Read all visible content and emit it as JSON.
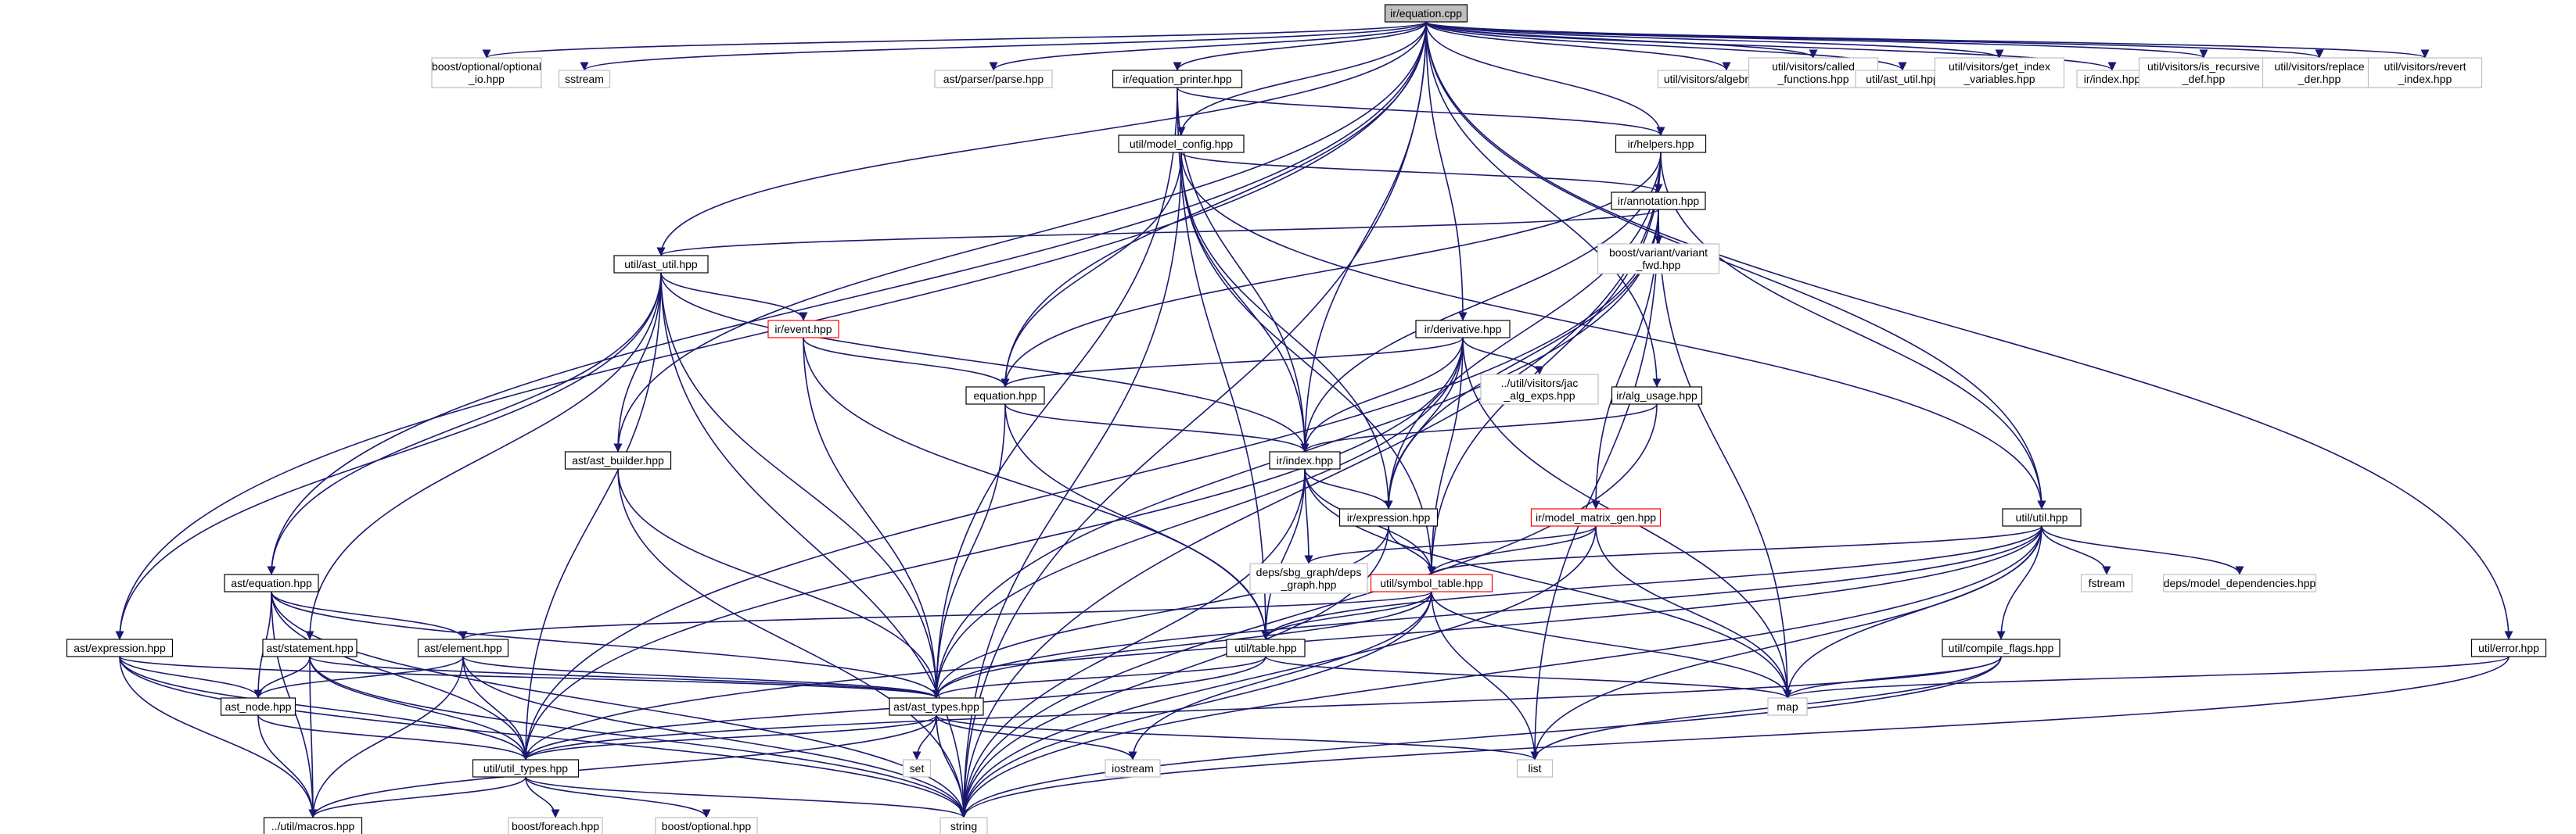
{
  "graph": {
    "title": "ir/equation.cpp",
    "nodes": [
      {
        "id": "root",
        "lines": [
          "ir/equation.cpp"
        ],
        "style": "root"
      },
      {
        "id": "boost_optional_io",
        "lines": [
          "boost/optional/optional",
          "_io.hpp"
        ],
        "style": "gray"
      },
      {
        "id": "sstream",
        "lines": [
          "sstream"
        ],
        "style": "gray"
      },
      {
        "id": "ast_parser_parse",
        "lines": [
          "ast/parser/parse.hpp"
        ],
        "style": "gray"
      },
      {
        "id": "ir_equation_printer",
        "lines": [
          "ir/equation_printer.hpp"
        ],
        "style": "black"
      },
      {
        "id": "util_visitors_algebraics",
        "lines": [
          "util/visitors/algebraics.hpp"
        ],
        "style": "gray"
      },
      {
        "id": "util_visitors_called",
        "lines": [
          "util/visitors/called",
          "_functions.hpp"
        ],
        "style": "gray"
      },
      {
        "id": "util_ast_util_top",
        "lines": [
          "util/ast_util.hpp"
        ],
        "style": "gray"
      },
      {
        "id": "util_visitors_get_index",
        "lines": [
          "util/visitors/get_index",
          "_variables.hpp"
        ],
        "style": "gray"
      },
      {
        "id": "ir_index_top",
        "lines": [
          "ir/index.hpp"
        ],
        "style": "gray"
      },
      {
        "id": "util_visitors_is_recursive",
        "lines": [
          "util/visitors/is_recursive",
          "_def.hpp"
        ],
        "style": "gray"
      },
      {
        "id": "util_visitors_replace",
        "lines": [
          "util/visitors/replace",
          "_der.hpp"
        ],
        "style": "gray"
      },
      {
        "id": "util_visitors_revert",
        "lines": [
          "util/visitors/revert",
          "_index.hpp"
        ],
        "style": "gray"
      },
      {
        "id": "util_model_config",
        "lines": [
          "util/model_config.hpp"
        ],
        "style": "black"
      },
      {
        "id": "ir_helpers",
        "lines": [
          "ir/helpers.hpp"
        ],
        "style": "black"
      },
      {
        "id": "ir_annotation",
        "lines": [
          "ir/annotation.hpp"
        ],
        "style": "black"
      },
      {
        "id": "boost_variant_fwd",
        "lines": [
          "boost/variant/variant",
          "_fwd.hpp"
        ],
        "style": "gray"
      },
      {
        "id": "util_ast_util",
        "lines": [
          "util/ast_util.hpp"
        ],
        "style": "black"
      },
      {
        "id": "ir_event",
        "lines": [
          "ir/event.hpp"
        ],
        "style": "red"
      },
      {
        "id": "ir_derivative",
        "lines": [
          "ir/derivative.hpp"
        ],
        "style": "black"
      },
      {
        "id": "util_visitors_jac",
        "lines": [
          "../util/visitors/jac",
          "_alg_exps.hpp"
        ],
        "style": "gray"
      },
      {
        "id": "equation_hpp",
        "lines": [
          "equation.hpp"
        ],
        "style": "black"
      },
      {
        "id": "ir_alg_usage",
        "lines": [
          "ir/alg_usage.hpp"
        ],
        "style": "black"
      },
      {
        "id": "ast_ast_builder",
        "lines": [
          "ast/ast_builder.hpp"
        ],
        "style": "black"
      },
      {
        "id": "ir_index",
        "lines": [
          "ir/index.hpp"
        ],
        "style": "black"
      },
      {
        "id": "ir_expression",
        "lines": [
          "ir/expression.hpp"
        ],
        "style": "black"
      },
      {
        "id": "ir_model_matrix_gen",
        "lines": [
          "ir/model_matrix_gen.hpp"
        ],
        "style": "red"
      },
      {
        "id": "util_util",
        "lines": [
          "util/util.hpp"
        ],
        "style": "black"
      },
      {
        "id": "deps_sbg_graph",
        "lines": [
          "deps/sbg_graph/deps",
          "_graph.hpp"
        ],
        "style": "gray"
      },
      {
        "id": "util_symbol_table",
        "lines": [
          "util/symbol_table.hpp"
        ],
        "style": "red"
      },
      {
        "id": "fstream",
        "lines": [
          "fstream"
        ],
        "style": "gray"
      },
      {
        "id": "deps_model_dependencies",
        "lines": [
          "deps/model_dependencies.hpp"
        ],
        "style": "gray"
      },
      {
        "id": "ast_equation",
        "lines": [
          "ast/equation.hpp"
        ],
        "style": "black"
      },
      {
        "id": "ast_expression",
        "lines": [
          "ast/expression.hpp"
        ],
        "style": "black"
      },
      {
        "id": "ast_statement",
        "lines": [
          "ast/statement.hpp"
        ],
        "style": "black"
      },
      {
        "id": "ast_element",
        "lines": [
          "ast/element.hpp"
        ],
        "style": "black"
      },
      {
        "id": "util_table",
        "lines": [
          "util/table.hpp"
        ],
        "style": "black"
      },
      {
        "id": "util_compile_flags",
        "lines": [
          "util/compile_flags.hpp"
        ],
        "style": "black"
      },
      {
        "id": "util_error",
        "lines": [
          "util/error.hpp"
        ],
        "style": "black"
      },
      {
        "id": "ast_node",
        "lines": [
          "ast_node.hpp"
        ],
        "style": "black"
      },
      {
        "id": "ast_ast_types",
        "lines": [
          "ast/ast_types.hpp"
        ],
        "style": "black"
      },
      {
        "id": "map",
        "lines": [
          "map"
        ],
        "style": "gray"
      },
      {
        "id": "util_util_types",
        "lines": [
          "util/util_types.hpp"
        ],
        "style": "black"
      },
      {
        "id": "set",
        "lines": [
          "set"
        ],
        "style": "gray"
      },
      {
        "id": "iostream",
        "lines": [
          "iostream"
        ],
        "style": "gray"
      },
      {
        "id": "list",
        "lines": [
          "list"
        ],
        "style": "gray"
      },
      {
        "id": "util_macros",
        "lines": [
          "../util/macros.hpp"
        ],
        "style": "black"
      },
      {
        "id": "boost_foreach",
        "lines": [
          "boost/foreach.hpp"
        ],
        "style": "gray"
      },
      {
        "id": "boost_optional",
        "lines": [
          "boost/optional.hpp"
        ],
        "style": "gray"
      },
      {
        "id": "string",
        "lines": [
          "string"
        ],
        "style": "gray"
      }
    ],
    "edges": [
      [
        "root",
        "boost_optional_io"
      ],
      [
        "root",
        "sstream"
      ],
      [
        "root",
        "ast_parser_parse"
      ],
      [
        "root",
        "ir_equation_printer"
      ],
      [
        "root",
        "util_visitors_algebraics"
      ],
      [
        "root",
        "util_visitors_called"
      ],
      [
        "root",
        "util_ast_util_top"
      ],
      [
        "root",
        "util_visitors_get_index"
      ],
      [
        "root",
        "ir_index_top"
      ],
      [
        "root",
        "util_visitors_is_recursive"
      ],
      [
        "root",
        "util_visitors_replace"
      ],
      [
        "root",
        "util_visitors_revert"
      ],
      [
        "root",
        "util_model_config"
      ],
      [
        "root",
        "ir_helpers"
      ],
      [
        "root",
        "ir_derivative"
      ],
      [
        "root",
        "ir_alg_usage"
      ],
      [
        "root",
        "equation_hpp"
      ],
      [
        "root",
        "ir_index"
      ],
      [
        "root",
        "util_ast_util"
      ],
      [
        "root",
        "ast_ast_builder"
      ],
      [
        "root",
        "ast_equation"
      ],
      [
        "root",
        "ast_expression"
      ],
      [
        "root",
        "util_error"
      ],
      [
        "root",
        "string"
      ],
      [
        "root",
        "util_util"
      ],
      [
        "ir_equation_printer",
        "ir_helpers"
      ],
      [
        "ir_equation_printer",
        "ir_index"
      ],
      [
        "ir_equation_printer",
        "ast_ast_types"
      ],
      [
        "ir_equation_printer",
        "util_table"
      ],
      [
        "util_model_config",
        "ir_annotation"
      ],
      [
        "util_model_config",
        "equation_hpp"
      ],
      [
        "util_model_config",
        "ir_index"
      ],
      [
        "util_model_config",
        "util_symbol_table"
      ],
      [
        "util_model_config",
        "ir_expression"
      ],
      [
        "util_model_config",
        "util_util"
      ],
      [
        "util_model_config",
        "string"
      ],
      [
        "ir_helpers",
        "ir_annotation"
      ],
      [
        "ir_helpers",
        "util_util"
      ],
      [
        "ir_helpers",
        "equation_hpp"
      ],
      [
        "ir_helpers",
        "ir_index"
      ],
      [
        "ir_helpers",
        "ir_expression"
      ],
      [
        "ir_helpers",
        "util_symbol_table"
      ],
      [
        "ir_helpers",
        "string"
      ],
      [
        "ir_annotation",
        "boost_variant_fwd"
      ],
      [
        "ir_annotation",
        "util_ast_util"
      ],
      [
        "ir_annotation",
        "map"
      ],
      [
        "ir_annotation",
        "list"
      ],
      [
        "ir_annotation",
        "util_util_types"
      ],
      [
        "ir_annotation",
        "ir_expression"
      ],
      [
        "ir_annotation",
        "ir_model_matrix_gen"
      ],
      [
        "ir_annotation",
        "ast_ast_types"
      ],
      [
        "util_ast_util",
        "ir_event"
      ],
      [
        "util_ast_util",
        "ast_ast_builder"
      ],
      [
        "util_ast_util",
        "ast_equation"
      ],
      [
        "util_ast_util",
        "ast_expression"
      ],
      [
        "util_ast_util",
        "ast_statement"
      ],
      [
        "util_ast_util",
        "ast_ast_types"
      ],
      [
        "util_ast_util",
        "util_util_types"
      ],
      [
        "util_ast_util",
        "string"
      ],
      [
        "util_ast_util",
        "ir_index"
      ],
      [
        "ir_event",
        "equation_hpp"
      ],
      [
        "ir_event",
        "ast_ast_types"
      ],
      [
        "ir_event",
        "util_table"
      ],
      [
        "ir_derivative",
        "util_visitors_jac"
      ],
      [
        "ir_derivative",
        "equation_hpp"
      ],
      [
        "ir_derivative",
        "ir_index"
      ],
      [
        "ir_derivative",
        "ir_expression"
      ],
      [
        "ir_derivative",
        "map"
      ],
      [
        "ir_derivative",
        "ast_ast_types"
      ],
      [
        "ir_derivative",
        "util_symbol_table"
      ],
      [
        "ir_derivative",
        "util_util_types"
      ],
      [
        "equation_hpp",
        "ir_index"
      ],
      [
        "equation_hpp",
        "util_table"
      ],
      [
        "equation_hpp",
        "ast_ast_types"
      ],
      [
        "ir_alg_usage",
        "ir_index"
      ],
      [
        "ir_alg_usage",
        "string"
      ],
      [
        "ast_ast_builder",
        "ast_ast_types"
      ],
      [
        "ast_ast_builder",
        "string"
      ],
      [
        "ir_index",
        "ir_expression"
      ],
      [
        "ir_index",
        "util_symbol_table"
      ],
      [
        "ir_index",
        "deps_sbg_graph"
      ],
      [
        "ir_index",
        "util_table"
      ],
      [
        "ir_index",
        "map"
      ],
      [
        "ir_index",
        "string"
      ],
      [
        "ir_expression",
        "util_symbol_table"
      ],
      [
        "ir_expression",
        "ast_ast_types"
      ],
      [
        "ir_expression",
        "string"
      ],
      [
        "ir_model_matrix_gen",
        "util_symbol_table"
      ],
      [
        "ir_model_matrix_gen",
        "deps_sbg_graph"
      ],
      [
        "ir_model_matrix_gen",
        "map"
      ],
      [
        "ir_model_matrix_gen",
        "string"
      ],
      [
        "util_util",
        "util_symbol_table"
      ],
      [
        "util_util",
        "fstream"
      ],
      [
        "util_util",
        "deps_model_dependencies"
      ],
      [
        "util_util",
        "util_compile_flags"
      ],
      [
        "util_util",
        "map"
      ],
      [
        "util_util",
        "list"
      ],
      [
        "util_util",
        "string"
      ],
      [
        "util_util",
        "ast_ast_types"
      ],
      [
        "util_util",
        "util_table"
      ],
      [
        "util_util",
        "util_util_types"
      ],
      [
        "util_symbol_table",
        "util_table"
      ],
      [
        "util_symbol_table",
        "ast_element"
      ],
      [
        "util_symbol_table",
        "ast_ast_types"
      ],
      [
        "util_symbol_table",
        "map"
      ],
      [
        "util_symbol_table",
        "list"
      ],
      [
        "util_symbol_table",
        "iostream"
      ],
      [
        "util_symbol_table",
        "string"
      ],
      [
        "ast_equation",
        "ast_element"
      ],
      [
        "ast_equation",
        "ast_node"
      ],
      [
        "ast_equation",
        "ast_ast_types"
      ],
      [
        "ast_equation",
        "util_util_types"
      ],
      [
        "ast_equation",
        "util_macros"
      ],
      [
        "ast_equation",
        "string"
      ],
      [
        "ast_expression",
        "ast_node"
      ],
      [
        "ast_expression",
        "ast_ast_types"
      ],
      [
        "ast_expression",
        "util_util_types"
      ],
      [
        "ast_expression",
        "util_macros"
      ],
      [
        "ast_expression",
        "string"
      ],
      [
        "ast_statement",
        "ast_node"
      ],
      [
        "ast_statement",
        "ast_ast_types"
      ],
      [
        "ast_statement",
        "util_util_types"
      ],
      [
        "ast_statement",
        "util_macros"
      ],
      [
        "ast_statement",
        "string"
      ],
      [
        "ast_element",
        "ast_node"
      ],
      [
        "ast_element",
        "ast_ast_types"
      ],
      [
        "ast_element",
        "util_util_types"
      ],
      [
        "ast_element",
        "util_macros"
      ],
      [
        "ast_element",
        "string"
      ],
      [
        "util_table",
        "ast_ast_types"
      ],
      [
        "util_table",
        "map"
      ],
      [
        "util_table",
        "util_util_types"
      ],
      [
        "util_compile_flags",
        "map"
      ],
      [
        "util_compile_flags",
        "list"
      ],
      [
        "util_compile_flags",
        "string"
      ],
      [
        "util_compile_flags",
        "util_util_types"
      ],
      [
        "util_error",
        "map"
      ],
      [
        "util_error",
        "string"
      ],
      [
        "ast_node",
        "util_util_types"
      ],
      [
        "ast_node",
        "util_macros"
      ],
      [
        "ast_ast_types",
        "set"
      ],
      [
        "ast_ast_types",
        "iostream"
      ],
      [
        "ast_ast_types",
        "list"
      ],
      [
        "ast_ast_types",
        "string"
      ],
      [
        "ast_ast_types",
        "util_util_types"
      ],
      [
        "ast_ast_types",
        "util_macros"
      ],
      [
        "util_util_types",
        "boost_foreach"
      ],
      [
        "util_util_types",
        "boost_optional"
      ],
      [
        "util_util_types",
        "util_macros"
      ],
      [
        "util_util_types",
        "string"
      ]
    ]
  }
}
